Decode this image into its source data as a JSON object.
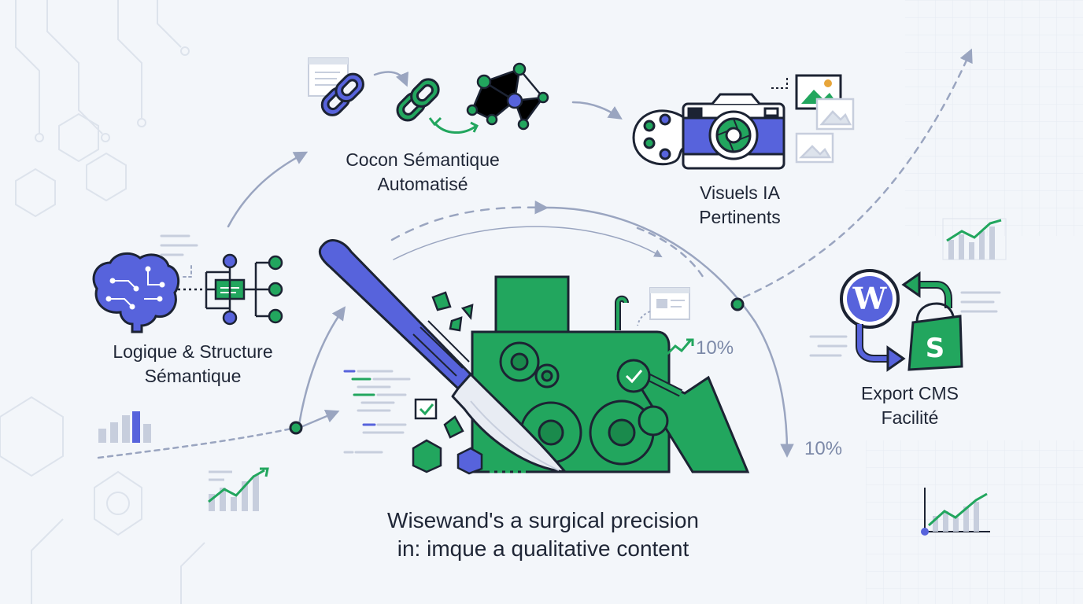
{
  "colors": {
    "blue": "#5763dc",
    "green": "#22a65e",
    "dark": "#1c2333",
    "gray": "#8e9ab4",
    "background": "#f3f6fa"
  },
  "nodes": {
    "semantic_logic": {
      "line1": "Logique & Structure",
      "line2": "Sémantique"
    },
    "semantic_cocoon": {
      "line1": "Cocon Sémantique",
      "line2": "Automatisé"
    },
    "ai_visuals": {
      "line1": "Visuels IA",
      "line2": "Pertinents"
    },
    "cms_export": {
      "line1": "Export CMS",
      "line2": "Facilité"
    }
  },
  "stats": {
    "growth_center": "10%",
    "growth_right": "10%"
  },
  "caption": {
    "line1": "Wisewand's a surgical precision",
    "line2": "in: imque a qualitative content"
  },
  "icons": [
    "brain-icon",
    "hierarchy-icon",
    "chain-link-icon",
    "network-graph-icon",
    "palette-icon",
    "camera-icon",
    "image-icon",
    "wordpress-icon",
    "shopify-bag-icon",
    "scalpel-icon",
    "bulldozer-icon",
    "gear-icon",
    "bar-chart-icon",
    "trend-chart-icon"
  ]
}
